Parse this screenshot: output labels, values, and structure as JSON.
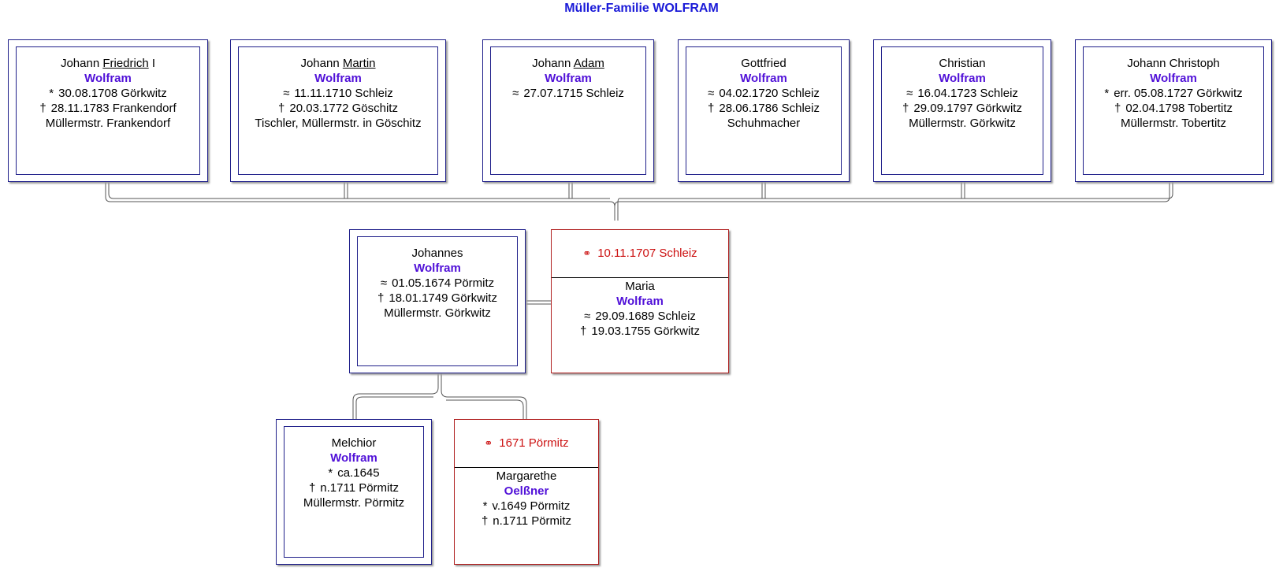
{
  "title": "Müller-Familie WOLFRAM",
  "children": [
    {
      "given_pre": "Johann ",
      "given_ul": "Friedrich",
      "given_post": " I",
      "surname": "Wolfram",
      "lines": [
        {
          "sym": "*",
          "text": "30.08.1708 Görkwitz"
        },
        {
          "sym": "†",
          "text": "28.11.1783 Frankendorf"
        },
        {
          "sym": "",
          "text": "Müllermstr. Frankendorf"
        }
      ]
    },
    {
      "given_pre": "Johann ",
      "given_ul": "Martin",
      "given_post": "",
      "surname": "Wolfram",
      "lines": [
        {
          "sym": "≈",
          "text": "11.11.1710 Schleiz"
        },
        {
          "sym": "†",
          "text": "20.03.1772 Göschitz"
        },
        {
          "sym": "",
          "text": "Tischler, Müllermstr. in Göschitz"
        }
      ]
    },
    {
      "given_pre": "Johann ",
      "given_ul": "Adam",
      "given_post": "",
      "surname": "Wolfram",
      "lines": [
        {
          "sym": "≈",
          "text": "27.07.1715 Schleiz"
        }
      ]
    },
    {
      "given_pre": "Gottfried",
      "given_ul": "",
      "given_post": "",
      "surname": "Wolfram",
      "lines": [
        {
          "sym": "≈",
          "text": "04.02.1720 Schleiz"
        },
        {
          "sym": "†",
          "text": "28.06.1786 Schleiz"
        },
        {
          "sym": "",
          "text": "Schuhmacher"
        }
      ]
    },
    {
      "given_pre": "Christian",
      "given_ul": "",
      "given_post": "",
      "surname": "Wolfram",
      "lines": [
        {
          "sym": "≈",
          "text": "16.04.1723 Schleiz"
        },
        {
          "sym": "†",
          "text": "29.09.1797 Görkwitz"
        },
        {
          "sym": "",
          "text": "Müllermstr. Görkwitz"
        }
      ]
    },
    {
      "given_pre": "Johann Christoph",
      "given_ul": "",
      "given_post": "",
      "surname": "Wolfram",
      "lines": [
        {
          "sym": "*",
          "text": "err. 05.08.1727 Görkwitz"
        },
        {
          "sym": "†",
          "text": "02.04.1798 Tobertitz"
        },
        {
          "sym": "",
          "text": "Müllermstr. Tobertitz"
        }
      ]
    }
  ],
  "husband": {
    "given": "Johannes",
    "surname": "Wolfram",
    "lines": [
      {
        "sym": "≈",
        "text": "01.05.1674 Pörmitz"
      },
      {
        "sym": "†",
        "text": "18.01.1749 Görkwitz"
      },
      {
        "sym": "",
        "text": "Müllermstr. Görkwitz"
      }
    ]
  },
  "marriage1": {
    "date": "10.11.1707 Schleiz",
    "given": "Maria",
    "surname": "Wolfram",
    "lines": [
      {
        "sym": "≈",
        "text": "29.09.1689 Schleiz"
      },
      {
        "sym": "†",
        "text": "19.03.1755 Görkwitz"
      }
    ]
  },
  "father": {
    "given": "Melchior",
    "surname": "Wolfram",
    "lines": [
      {
        "sym": "*",
        "text": "ca.1645"
      },
      {
        "sym": "†",
        "text": "n.1711 Pörmitz"
      },
      {
        "sym": "",
        "text": "Müllermstr. Pörmitz"
      }
    ]
  },
  "marriage2": {
    "date": "1671 Pörmitz",
    "given": "Margarethe",
    "surname": "Oelßner",
    "lines": [
      {
        "sym": "*",
        "text": "v.1649 Pörmitz"
      },
      {
        "sym": "†",
        "text": "n.1711 Pörmitz"
      }
    ]
  },
  "marriage_symbol": "⚭"
}
